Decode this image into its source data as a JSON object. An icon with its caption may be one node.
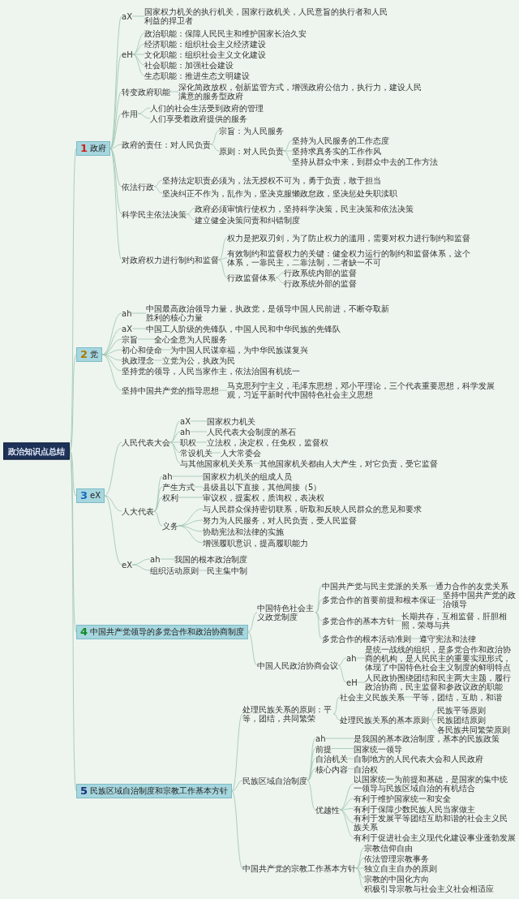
{
  "diagram": {
    "nodes": [
      {
        "text": [
          "政治知识点总结"
        ]
      },
      {
        "text": [
          "1",
          "政府"
        ]
      },
      {
        "text": [
          "aX"
        ]
      },
      {
        "text": [
          "国家权力机关的执行机关，国家行政机关，人民意旨的执行者和人民利益的捍卫者"
        ]
      },
      {
        "text": [
          "eH"
        ]
      },
      {
        "text": [
          "政治职能：保障人民民主和维护国家长治久安"
        ]
      },
      {
        "text": [
          "经济职能：组织社会主义经济建设"
        ]
      },
      {
        "text": [
          "文化职能：组织社会主义文化建设"
        ]
      },
      {
        "text": [
          "社会职能：加强社会建设"
        ]
      },
      {
        "text": [
          "生态职能：推进生态文明建设"
        ]
      },
      {
        "text": [
          "转变政府职能"
        ]
      },
      {
        "text": [
          "深化简政放权，创新监管方式，增强政府公信力，执行力，建设人民满意的服务型政府"
        ]
      },
      {
        "text": [
          "作用"
        ]
      },
      {
        "text": [
          "人们的社会生活受到政府的管理"
        ]
      },
      {
        "text": [
          "人们享受着政府提供的服务"
        ]
      },
      {
        "text": [
          "政府的责任：对人民负责"
        ]
      },
      {
        "text": [
          "宗旨：为人民服务"
        ]
      },
      {
        "text": [
          "原则：对人民负责"
        ]
      },
      {
        "text": [
          "坚持为人民服务的工作态度"
        ]
      },
      {
        "text": [
          "坚持求真务实的工作作风"
        ]
      },
      {
        "text": [
          "坚持从群众中来，到群众中去的工作方法"
        ]
      },
      {
        "text": [
          "依法行政"
        ]
      },
      {
        "text": [
          "坚持法定职责必须为，法无授权不可为，勇于负责，敢于担当"
        ]
      },
      {
        "text": [
          "坚决纠正不作为，乱作为，坚决克服懒政怠政，坚决惩处失职渎职"
        ]
      },
      {
        "text": [
          "科学民主依法决策"
        ]
      },
      {
        "text": [
          "政府必须审慎行使权力，坚持科学决策，民主决策和依法决策"
        ]
      },
      {
        "text": [
          "建立健全决策问责和纠错制度"
        ]
      },
      {
        "text": [
          "对政府权力进行制约和监督"
        ]
      },
      {
        "text": [
          "权力是把双刃剑，为了防止权力的滥用，需要对权力进行制约和监督"
        ]
      },
      {
        "text": [
          "有效制约和监督权力的关键：健全权力运行的制约和监督体系，这个体系，一靠民主，二靠法制，二者缺一不可"
        ]
      },
      {
        "text": [
          "行政监督体系"
        ]
      },
      {
        "text": [
          "行政系统内部的监督"
        ]
      },
      {
        "text": [
          "行政系统外部的监督"
        ]
      },
      {
        "text": [
          "2",
          "党"
        ]
      },
      {
        "text": [
          "ah"
        ]
      },
      {
        "text": [
          "中国最高政治领导力量，执政党，是领导中国人民前进，不断夺取新胜利的核心力量"
        ]
      },
      {
        "text": [
          "aX"
        ]
      },
      {
        "text": [
          "中国工人阶级的先锋队，中国人民和中华民族的先锋队"
        ]
      },
      {
        "text": [
          "宗旨"
        ]
      },
      {
        "text": [
          "全心全意为人民服务"
        ]
      },
      {
        "text": [
          "初心和使命"
        ]
      },
      {
        "text": [
          "为中国人民谋幸福，为中华民族谋复兴"
        ]
      },
      {
        "text": [
          "执政理念"
        ]
      },
      {
        "text": [
          "立党为公，执政为民"
        ]
      },
      {
        "text": [
          "坚持党的领导，人民当家作主，依法治国有机统一"
        ]
      },
      {
        "text": [
          "坚持中国共产党的指导思想"
        ]
      },
      {
        "text": [
          "马克思列宁主义，毛泽东思想，邓小平理论，三个代表重要思想，科学发展观，习近平新时代中国特色社会主义思想"
        ]
      },
      {
        "text": [
          "3",
          "eX"
        ]
      },
      {
        "text": [
          "人民代表大会"
        ]
      },
      {
        "text": [
          "aX"
        ]
      },
      {
        "text": [
          "国家权力机关"
        ]
      },
      {
        "text": [
          "ah"
        ]
      },
      {
        "text": [
          "人民代表大会制度的基石"
        ]
      },
      {
        "text": [
          "职权"
        ]
      },
      {
        "text": [
          "立法权，决定权，任免权，监督权"
        ]
      },
      {
        "text": [
          "常设机关"
        ]
      },
      {
        "text": [
          "人大常委会"
        ]
      },
      {
        "text": [
          "与其他国家机关关系"
        ]
      },
      {
        "text": [
          "其他国家机关都由人大产生，对它负责，受它监督"
        ]
      },
      {
        "text": [
          "人大代表"
        ]
      },
      {
        "text": [
          "ah"
        ]
      },
      {
        "text": [
          "国家权力机关的组成人员"
        ]
      },
      {
        "text": [
          "产生方式"
        ]
      },
      {
        "text": [
          "县级县以下直接，其他间接（5）"
        ]
      },
      {
        "text": [
          "权利"
        ]
      },
      {
        "text": [
          "审议权，提案权，质询权，表决权"
        ]
      },
      {
        "text": [
          "义务"
        ]
      },
      {
        "text": [
          "与人民群众保持密切联系，听取和反映人民群众的意见和要求"
        ]
      },
      {
        "text": [
          "努力为人民服务，对人民负责，受人民监督"
        ]
      },
      {
        "text": [
          "协助宪法和法律的实施"
        ]
      },
      {
        "text": [
          "增强履职意识，提高履职能力"
        ]
      },
      {
        "text": [
          "eX"
        ]
      },
      {
        "text": [
          "ah"
        ]
      },
      {
        "text": [
          "我国的根本政治制度"
        ]
      },
      {
        "text": [
          "组织活动原则"
        ]
      },
      {
        "text": [
          "民主集中制"
        ]
      },
      {
        "text": [
          "4",
          "中国共产党领导的多党合作和政治协商制度"
        ]
      },
      {
        "text": [
          "中国特色社会主义政党制度"
        ]
      },
      {
        "text": [
          "中国共产党与民主党派的关系"
        ]
      },
      {
        "text": [
          "通力合作的友党关系"
        ]
      },
      {
        "text": [
          "多党合作的首要前提和根本保证"
        ]
      },
      {
        "text": [
          "坚持中国共产党的政治领导"
        ]
      },
      {
        "text": [
          "多党合作的基本方针"
        ]
      },
      {
        "text": [
          "长期共存，互相监督，肝胆相照，荣辱与共"
        ]
      },
      {
        "text": [
          "多党合作的根本活动准则"
        ]
      },
      {
        "text": [
          "遵守宪法和法律"
        ]
      },
      {
        "text": [
          "中国人民政治协商会议"
        ]
      },
      {
        "text": [
          "ah"
        ]
      },
      {
        "text": [
          "是统一战线的组织，是多党合作和政治协商的机构，是人民民主的重要实现形式，体现了中国特色社会主义制度的鲜明特点"
        ]
      },
      {
        "text": [
          "eH"
        ]
      },
      {
        "text": [
          "人民政协围绕团结和民主两大主题，履行政治协商，民主监督和参政议政的职能"
        ]
      },
      {
        "text": [
          "5",
          "民族区域自治制度和宗教工作基本方针"
        ]
      },
      {
        "text": [
          "处理民族关系的原则：平等，团结，共同繁荣"
        ]
      },
      {
        "text": [
          "社会主义民族关系"
        ]
      },
      {
        "text": [
          "平等，团结，互助，和谐"
        ]
      },
      {
        "text": [
          "处理民族关系的基本原则"
        ]
      },
      {
        "text": [
          "民族平等原则"
        ]
      },
      {
        "text": [
          "民族团结原则"
        ]
      },
      {
        "text": [
          "各民族共同繁荣原则"
        ]
      },
      {
        "text": [
          "民族区域自治制度"
        ]
      },
      {
        "text": [
          "ah"
        ]
      },
      {
        "text": [
          "是我国的基本政治制度，基本的民族政策"
        ]
      },
      {
        "text": [
          "前提"
        ]
      },
      {
        "text": [
          "国家统一领导"
        ]
      },
      {
        "text": [
          "自治机关"
        ]
      },
      {
        "text": [
          "自制地方的人民代表大会和人民政府"
        ]
      },
      {
        "text": [
          "核心内容"
        ]
      },
      {
        "text": [
          "自治权"
        ]
      },
      {
        "text": [
          "优越性"
        ]
      },
      {
        "text": [
          "以国家统一为前提和基础，是国家的集中统一领导与民族区域自治的有机结合"
        ]
      },
      {
        "text": [
          "有利于维护国家统一和安全"
        ]
      },
      {
        "text": [
          "有利于保障少数民族人民当家做主"
        ]
      },
      {
        "text": [
          "有利于发展平等团结互助和谐的社会主义民族关系"
        ]
      },
      {
        "text": [
          "有利于促进社会主义现代化建设事业蓬勃发展"
        ]
      },
      {
        "text": [
          "中国共产党的宗教工作基本方针"
        ]
      },
      {
        "text": [
          "宗教信仰自由"
        ]
      },
      {
        "text": [
          "依法管理宗教事务"
        ]
      },
      {
        "text": [
          "独立自主自办的原则"
        ]
      },
      {
        "text": [
          "宗教的中国化方向"
        ]
      },
      {
        "text": [
          "积极引导宗教与社会主义社会相适应"
        ]
      }
    ],
    "edges": [
      {
        "from": 0,
        "to": 1,
        "arrow": "none"
      },
      {
        "from": 0,
        "to": 33,
        "arrow": "none"
      },
      {
        "from": 0,
        "to": 47,
        "arrow": "none"
      },
      {
        "from": 0,
        "to": 76,
        "arrow": "none"
      },
      {
        "from": 0,
        "to": 91,
        "arrow": "none"
      },
      {
        "from": 1,
        "to": 2,
        "arrow": "none"
      },
      {
        "from": 1,
        "to": 4,
        "arrow": "none"
      },
      {
        "from": 1,
        "to": 10,
        "arrow": "none"
      },
      {
        "from": 1,
        "to": 12,
        "arrow": "none"
      },
      {
        "from": 1,
        "to": 15,
        "arrow": "none"
      },
      {
        "from": 1,
        "to": 21,
        "arrow": "none"
      },
      {
        "from": 1,
        "to": 24,
        "arrow": "none"
      },
      {
        "from": 1,
        "to": 27,
        "arrow": "none"
      },
      {
        "from": 2,
        "to": 3,
        "arrow": "none"
      },
      {
        "from": 4,
        "to": 5,
        "arrow": "none"
      },
      {
        "from": 4,
        "to": 6,
        "arrow": "none"
      },
      {
        "from": 4,
        "to": 7,
        "arrow": "none"
      },
      {
        "from": 4,
        "to": 8,
        "arrow": "none"
      },
      {
        "from": 4,
        "to": 9,
        "arrow": "none"
      },
      {
        "from": 10,
        "to": 11,
        "arrow": "none"
      },
      {
        "from": 12,
        "to": 13,
        "arrow": "none"
      },
      {
        "from": 12,
        "to": 14,
        "arrow": "none"
      },
      {
        "from": 15,
        "to": 16,
        "arrow": "none"
      },
      {
        "from": 15,
        "to": 17,
        "arrow": "none"
      },
      {
        "from": 17,
        "to": 18,
        "arrow": "none"
      },
      {
        "from": 17,
        "to": 19,
        "arrow": "none"
      },
      {
        "from": 17,
        "to": 20,
        "arrow": "none"
      },
      {
        "from": 21,
        "to": 22,
        "arrow": "none"
      },
      {
        "from": 21,
        "to": 23,
        "arrow": "none"
      },
      {
        "from": 24,
        "to": 25,
        "arrow": "none"
      },
      {
        "from": 24,
        "to": 26,
        "arrow": "none"
      },
      {
        "from": 27,
        "to": 28,
        "arrow": "none"
      },
      {
        "from": 27,
        "to": 29,
        "arrow": "none"
      },
      {
        "from": 27,
        "to": 30,
        "arrow": "none"
      },
      {
        "from": 30,
        "to": 31,
        "arrow": "none"
      },
      {
        "from": 30,
        "to": 32,
        "arrow": "none"
      },
      {
        "from": 33,
        "to": 34,
        "arrow": "none"
      },
      {
        "from": 33,
        "to": 36,
        "arrow": "none"
      },
      {
        "from": 33,
        "to": 38,
        "arrow": "none"
      },
      {
        "from": 33,
        "to": 40,
        "arrow": "none"
      },
      {
        "from": 33,
        "to": 42,
        "arrow": "none"
      },
      {
        "from": 33,
        "to": 44,
        "arrow": "none"
      },
      {
        "from": 33,
        "to": 45,
        "arrow": "none"
      },
      {
        "from": 34,
        "to": 35,
        "arrow": "none"
      },
      {
        "from": 36,
        "to": 37,
        "arrow": "none"
      },
      {
        "from": 38,
        "to": 39,
        "arrow": "none"
      },
      {
        "from": 40,
        "to": 41,
        "arrow": "none"
      },
      {
        "from": 42,
        "to": 43,
        "arrow": "none"
      },
      {
        "from": 45,
        "to": 46,
        "arrow": "none"
      },
      {
        "from": 47,
        "to": 48,
        "arrow": "none"
      },
      {
        "from": 47,
        "to": 59,
        "arrow": "none"
      },
      {
        "from": 47,
        "to": 71,
        "arrow": "none"
      },
      {
        "from": 48,
        "to": 49,
        "arrow": "none"
      },
      {
        "from": 48,
        "to": 51,
        "arrow": "none"
      },
      {
        "from": 48,
        "to": 53,
        "arrow": "none"
      },
      {
        "from": 48,
        "to": 55,
        "arrow": "none"
      },
      {
        "from": 48,
        "to": 57,
        "arrow": "none"
      },
      {
        "from": 49,
        "to": 50,
        "arrow": "none"
      },
      {
        "from": 51,
        "to": 52,
        "arrow": "none"
      },
      {
        "from": 53,
        "to": 54,
        "arrow": "none"
      },
      {
        "from": 55,
        "to": 56,
        "arrow": "none"
      },
      {
        "from": 57,
        "to": 58,
        "arrow": "none"
      },
      {
        "from": 59,
        "to": 60,
        "arrow": "none"
      },
      {
        "from": 59,
        "to": 62,
        "arrow": "none"
      },
      {
        "from": 59,
        "to": 64,
        "arrow": "none"
      },
      {
        "from": 59,
        "to": 66,
        "arrow": "none"
      },
      {
        "from": 60,
        "to": 61,
        "arrow": "none"
      },
      {
        "from": 62,
        "to": 63,
        "arrow": "none"
      },
      {
        "from": 64,
        "to": 65,
        "arrow": "none"
      },
      {
        "from": 66,
        "to": 67,
        "arrow": "none"
      },
      {
        "from": 66,
        "to": 68,
        "arrow": "none"
      },
      {
        "from": 66,
        "to": 69,
        "arrow": "none"
      },
      {
        "from": 66,
        "to": 70,
        "arrow": "none"
      },
      {
        "from": 71,
        "to": 72,
        "arrow": "none"
      },
      {
        "from": 71,
        "to": 74,
        "arrow": "none"
      },
      {
        "from": 72,
        "to": 73,
        "arrow": "none"
      },
      {
        "from": 74,
        "to": 75,
        "arrow": "none"
      },
      {
        "from": 76,
        "to": 77,
        "arrow": "none"
      },
      {
        "from": 76,
        "to": 86,
        "arrow": "none"
      },
      {
        "from": 77,
        "to": 78,
        "arrow": "none"
      },
      {
        "from": 77,
        "to": 80,
        "arrow": "none"
      },
      {
        "from": 77,
        "to": 82,
        "arrow": "none"
      },
      {
        "from": 77,
        "to": 84,
        "arrow": "none"
      },
      {
        "from": 78,
        "to": 79,
        "arrow": "none"
      },
      {
        "from": 80,
        "to": 81,
        "arrow": "none"
      },
      {
        "from": 82,
        "to": 83,
        "arrow": "none"
      },
      {
        "from": 84,
        "to": 85,
        "arrow": "none"
      },
      {
        "from": 86,
        "to": 87,
        "arrow": "none"
      },
      {
        "from": 86,
        "to": 89,
        "arrow": "none"
      },
      {
        "from": 87,
        "to": 88,
        "arrow": "none"
      },
      {
        "from": 89,
        "to": 90,
        "arrow": "none"
      },
      {
        "from": 91,
        "to": 92,
        "arrow": "none"
      },
      {
        "from": 91,
        "to": 99,
        "arrow": "none"
      },
      {
        "from": 91,
        "to": 114,
        "arrow": "none"
      },
      {
        "from": 92,
        "to": 93,
        "arrow": "none"
      },
      {
        "from": 92,
        "to": 95,
        "arrow": "none"
      },
      {
        "from": 93,
        "to": 94,
        "arrow": "none"
      },
      {
        "from": 95,
        "to": 96,
        "arrow": "none"
      },
      {
        "from": 95,
        "to": 97,
        "arrow": "none"
      },
      {
        "from": 95,
        "to": 98,
        "arrow": "none"
      },
      {
        "from": 99,
        "to": 100,
        "arrow": "none"
      },
      {
        "from": 99,
        "to": 102,
        "arrow": "none"
      },
      {
        "from": 99,
        "to": 104,
        "arrow": "none"
      },
      {
        "from": 99,
        "to": 106,
        "arrow": "none"
      },
      {
        "from": 99,
        "to": 108,
        "arrow": "none"
      },
      {
        "from": 100,
        "to": 101,
        "arrow": "none"
      },
      {
        "from": 102,
        "to": 103,
        "arrow": "none"
      },
      {
        "from": 104,
        "to": 105,
        "arrow": "none"
      },
      {
        "from": 106,
        "to": 107,
        "arrow": "none"
      },
      {
        "from": 108,
        "to": 109,
        "arrow": "none"
      },
      {
        "from": 108,
        "to": 110,
        "arrow": "none"
      },
      {
        "from": 108,
        "to": 111,
        "arrow": "none"
      },
      {
        "from": 108,
        "to": 112,
        "arrow": "none"
      },
      {
        "from": 108,
        "to": 113,
        "arrow": "none"
      },
      {
        "from": 114,
        "to": 115,
        "arrow": "none"
      },
      {
        "from": 114,
        "to": 116,
        "arrow": "none"
      },
      {
        "from": 114,
        "to": 117,
        "arrow": "none"
      },
      {
        "from": 114,
        "to": 118,
        "arrow": "none"
      },
      {
        "from": 114,
        "to": 119,
        "arrow": "none"
      }
    ]
  }
}
